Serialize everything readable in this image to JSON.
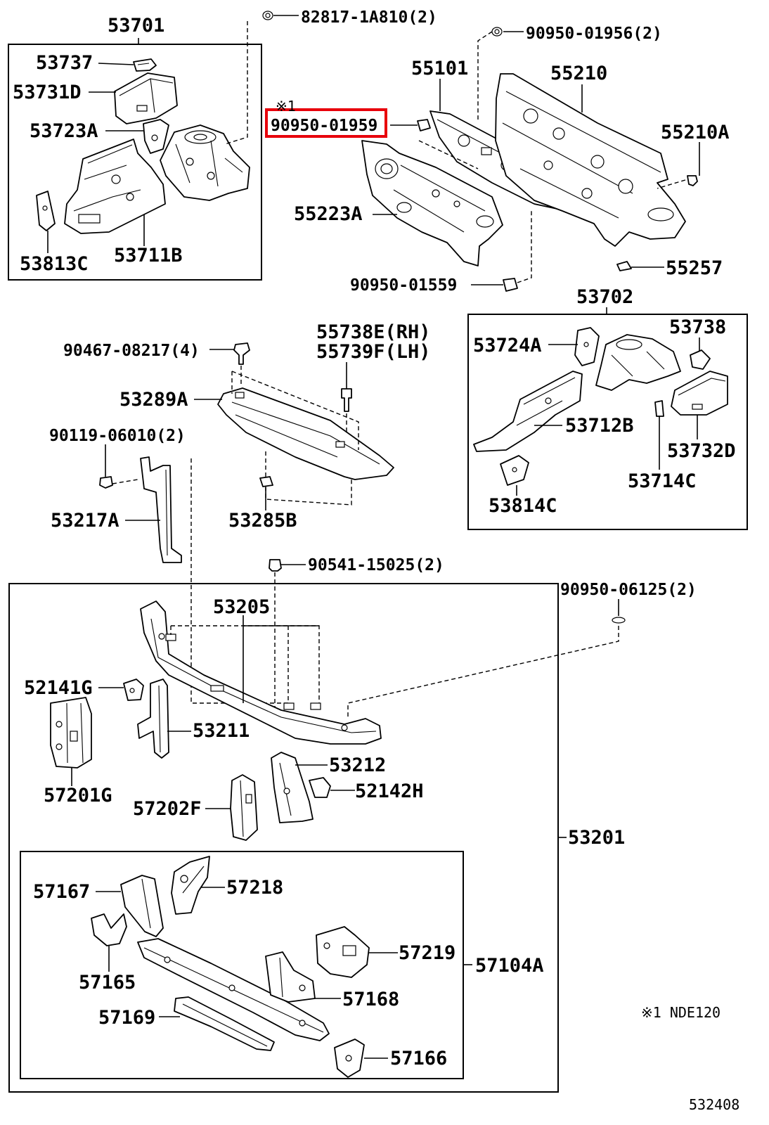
{
  "highlight_color": "#e8000b",
  "labels": {
    "p53701": "53701",
    "p53737": "53737",
    "p53731d": "53731D",
    "p53723a": "53723A",
    "p53813c": "53813C",
    "p53711b": "53711B",
    "p82817": "82817-1A810(2)",
    "p90950_01956": "90950-01956(2)",
    "p55101": "55101",
    "p55210": "55210",
    "p55210a": "55210A",
    "p90950_01959": "90950-01959",
    "p55223a": "55223A",
    "p90950_01559": "90950-01559",
    "p55257": "55257",
    "p53702": "53702",
    "p53724a": "53724A",
    "p53738": "53738",
    "p53712b": "53712B",
    "p53732d": "53732D",
    "p53714c": "53714C",
    "p53814c": "53814C",
    "p90467": "90467-08217(4)",
    "p55738e": "55738E(RH)",
    "p55739f": "55739F(LH)",
    "p53289a": "53289A",
    "p90119": "90119-06010(2)",
    "p53217a": "53217A",
    "p53285b": "53285B",
    "p90541": "90541-15025(2)",
    "p90950_06125": "90950-06125(2)",
    "p53205": "53205",
    "p52141g": "52141G",
    "p53211": "53211",
    "p57201g": "57201G",
    "p53212": "53212",
    "p52142h": "52142H",
    "p57202f": "57202F",
    "p53201": "53201",
    "p57167": "57167",
    "p57218": "57218",
    "p57219": "57219",
    "p57104a": "57104A",
    "p57165": "57165",
    "p57168": "57168",
    "p57169": "57169",
    "p57166": "57166"
  },
  "footnote_mark": "※1",
  "footnote": "※1 NDE120",
  "diagram_id": "532408"
}
